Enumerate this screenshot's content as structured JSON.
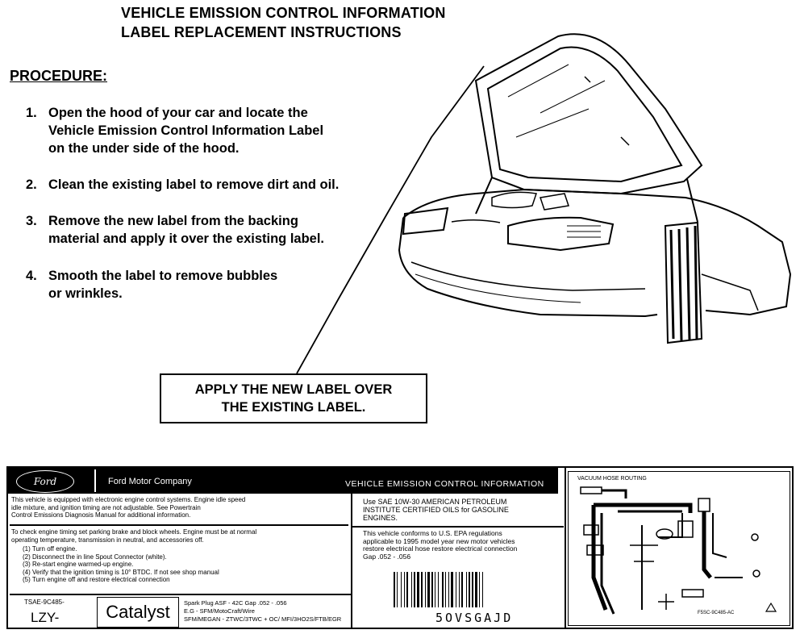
{
  "title": {
    "line1": "VEHICLE EMISSION CONTROL INFORMATION",
    "line2": "LABEL REPLACEMENT INSTRUCTIONS"
  },
  "procedure": {
    "heading": "PROCEDURE:",
    "steps": [
      {
        "num": "1.",
        "text": "Open the hood of your car and locate the\nVehicle Emission Control Information Label\non the under side of the hood."
      },
      {
        "num": "2.",
        "text": "Clean the existing label to remove dirt and oil."
      },
      {
        "num": "3.",
        "text": "Remove the new label from the backing\nmaterial and apply it over the existing label."
      },
      {
        "num": "4.",
        "text": "Smooth the label to remove bubbles\nor wrinkles."
      }
    ]
  },
  "callout": "APPLY THE NEW LABEL OVER\nTHE EXISTING LABEL.",
  "label": {
    "logo": "Ford",
    "company": "Ford Motor Company",
    "header": "VEHICLE EMISSION CONTROL INFORMATION",
    "para1": "This vehicle is equipped with electronic engine control systems. Engine idle speed\nidle mixture, and ignition timing are not adjustable. See Powertrain\nControl Emissions Diagnosis Manual for additional information.",
    "para2": "To check engine timing set parking brake and block wheels. Engine must be at normal\noperating temperature, transmission in neutral, and accessories off.",
    "instructions": "(1) Turn off engine.\n(2) Disconnect the in line Spout Connector (white).\n(3) Re-start engine warmed-up engine.\n(4) Verify that the ignition timing is 10° BTDC. If not see shop manual\n(5) Turn engine off and restore electrical connection",
    "oil": "Use SAE 10W-30 AMERICAN PETROLEUM\nINSTITUTE CERTIFIED OILS for GASOLINE\nENGINES.",
    "conform": "This vehicle conforms to U.S. EPA regulations\napplicable to 1995 model year new motor vehicles\nrestore electrical hose restore electrical connection\nGap .052 - .056",
    "code": "TSAE-9C485-",
    "calibration": "LZY-",
    "catalyst": "Catalyst",
    "spark": "Spark Plug ASF - 42C          Gap .052 - .056\nE.G - SFM/MotoCraft/Wire\nSFM/MEGAN - ZTWC/3TWC + OC/ MFI/3HO2S/FTB/EGR",
    "barcode_text": "5OVSGAJD",
    "vacuum_title": "VACUUM HOSE ROUTING",
    "vacuum_code": "F5SC-9C485-AC"
  }
}
